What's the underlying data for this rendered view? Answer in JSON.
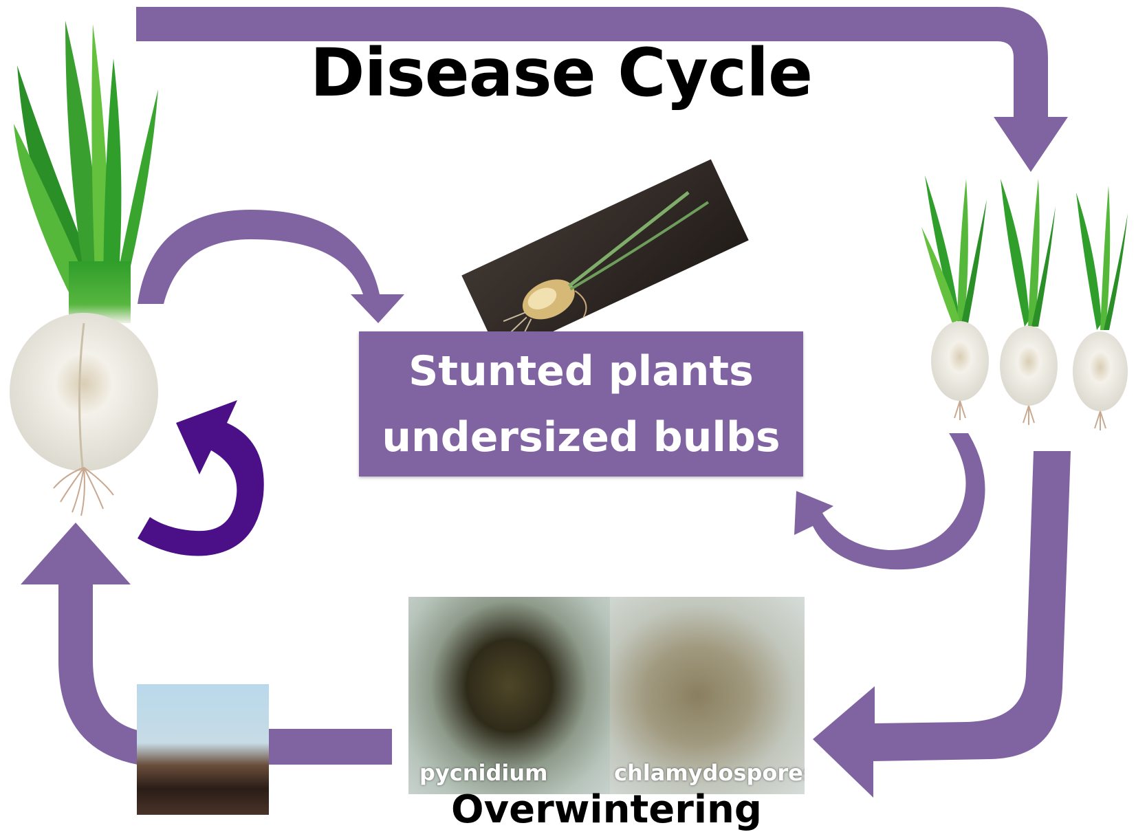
{
  "title": "Disease Cycle",
  "stunted_box": {
    "line1": "Stunted plants",
    "line2": "undersized bulbs"
  },
  "micrographs": {
    "left_label": "pycnidium",
    "right_label": "chlamydospores"
  },
  "bottom_label": "Overwintering",
  "colors": {
    "arrow_purple": "#8064A2",
    "dark_purple": "#4B0F87",
    "leaf_green": "#2F9E2A",
    "bulb_white": "#F2F0EA"
  },
  "icons": [
    "large-onion-icon",
    "onion-cluster-icon",
    "uprooted-onion-photo",
    "repeat-cycle-icon",
    "fungal-structure-photo"
  ]
}
